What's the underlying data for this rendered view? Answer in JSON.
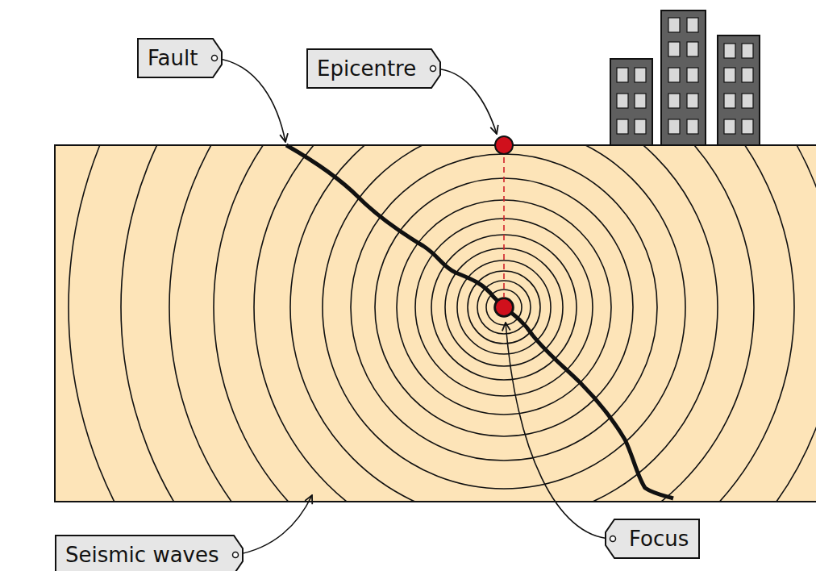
{
  "diagram": {
    "nodes": [
      {
        "text": [
          "Fault"
        ]
      },
      {
        "text": [
          "Epicentre"
        ]
      },
      {
        "text": [
          "Focus"
        ]
      },
      {
        "text": [
          "Seismic waves"
        ]
      }
    ]
  }
}
